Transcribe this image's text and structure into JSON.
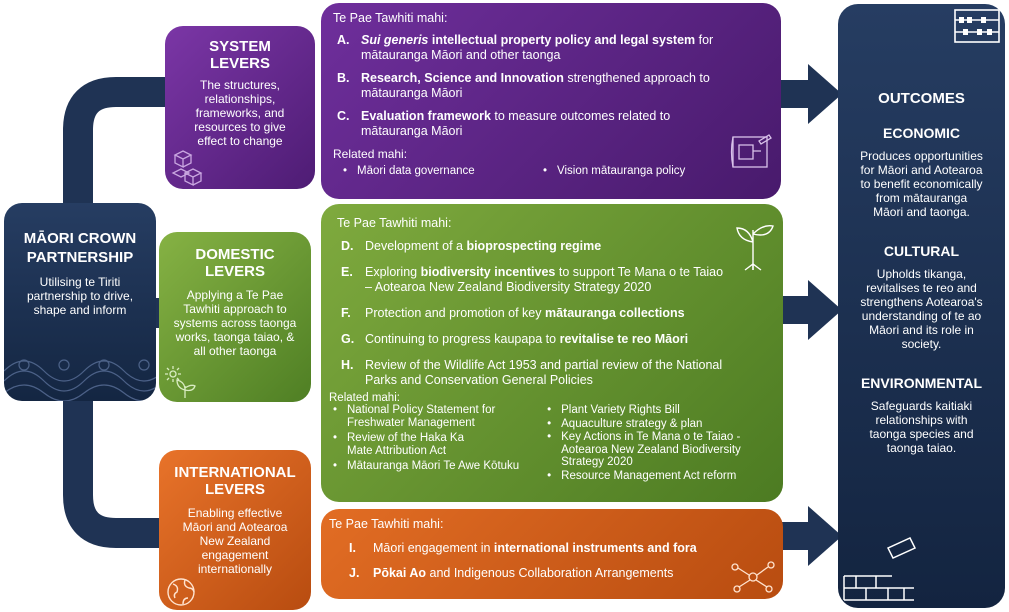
{
  "partnership": {
    "title": "MĀORI CROWN PARTNERSHIP",
    "desc": "Utilising te Tiriti partnership to drive, shape and inform"
  },
  "levers": {
    "system": {
      "title": "SYSTEM LEVERS",
      "desc": "The structures, relationships, frameworks, and resources to give effect to change",
      "color": "#6a2c91"
    },
    "domestic": {
      "title": "DOMESTIC LEVERS",
      "desc": "Applying a Te Pae Tawhiti approach to systems across taonga works, taonga taiao, & all other taonga",
      "color": "#6f9e36"
    },
    "international": {
      "title": "INTERNATIONAL LEVERS",
      "desc": "Enabling effective Māori and Aotearoa New Zealand engagement internationally",
      "color": "#d8611a"
    }
  },
  "system_panel": {
    "header": "Te Pae Tawhiti mahi:",
    "items": [
      {
        "letter": "A.",
        "bold_italic": "Sui generis",
        "bold": " intellectual property policy and legal system",
        "rest": " for mātauranga Māori and other taonga"
      },
      {
        "letter": "B.",
        "bold": "Research, Science and Innovation",
        "rest": " strengthened approach to mātauranga Māori"
      },
      {
        "letter": "C.",
        "bold": "Evaluation framework",
        "rest": " to measure outcomes related to mātauranga Māori"
      }
    ],
    "related_title": "Related mahi:",
    "related": [
      "Māori data governance",
      "Vision mātauranga policy"
    ]
  },
  "domestic_panel": {
    "header": "Te Pae Tawhiti mahi:",
    "items": [
      {
        "letter": "D.",
        "pre": "Development of a ",
        "bold": "bioprospecting regime",
        "rest": ""
      },
      {
        "letter": "E.",
        "pre": "Exploring ",
        "bold": "biodiversity incentives",
        "rest": " to support Te Mana o te Taiao – Aotearoa New Zealand Biodiversity Strategy 2020"
      },
      {
        "letter": "F.",
        "pre": "Protection and promotion of key ",
        "bold": "mātauranga collections",
        "rest": ""
      },
      {
        "letter": "G.",
        "pre": "Continuing to progress kaupapa to ",
        "bold": "revitalise te reo Māori",
        "rest": ""
      },
      {
        "letter": "H.",
        "pre": "Review of the Wildlife Act 1953 and partial review of the National Parks and Conservation General Policies",
        "bold": "",
        "rest": ""
      }
    ],
    "related_title": "Related mahi:",
    "related_left": [
      "National Policy Statement for Freshwater Management",
      "Review of the Haka Ka Mate Attribution Act",
      "Mātauranga Māori Te Awe Kōtuku"
    ],
    "related_right": [
      "Plant Variety Rights Bill",
      "Aquaculture strategy & plan",
      "Key Actions in Te Mana o te Taiao - Aotearoa New Zealand Biodiversity Strategy 2020",
      "Resource Management Act reform"
    ]
  },
  "international_panel": {
    "header": "Te Pae Tawhiti mahi:",
    "items": [
      {
        "letter": "I.",
        "pre": "Māori engagement in ",
        "bold": "international instruments and fora",
        "rest": ""
      },
      {
        "letter": "J.",
        "pre": "",
        "bold": "Pōkai Ao",
        "rest": " and Indigenous Collaboration Arrangements"
      }
    ]
  },
  "outcomes": {
    "title": "OUTCOMES",
    "sections": [
      {
        "heading": "ECONOMIC",
        "text": "Produces opportunities for Māori and Aotearoa to benefit economically from mātauranga Māori and taonga."
      },
      {
        "heading": "CULTURAL",
        "text": "Upholds tikanga, revitalises te reo and strengthens Aotearoa's understanding of te ao Māori and its role in society."
      },
      {
        "heading": "ENVIRONMENTAL",
        "text": "Safeguards kaitiaki relationships with taonga species and taonga taiao."
      }
    ]
  },
  "icons": [
    "cubes-icon",
    "blueprint-icon",
    "plant-icon",
    "sprout-icon",
    "globe-icon",
    "network-icon",
    "abacus-icon",
    "bricks-icon",
    "koru-pattern"
  ],
  "colors": {
    "navy": "#1c2f4f",
    "purple": "#6a2c91",
    "green": "#6f9e36",
    "orange": "#d8611a",
    "purple_panel": "#5b2184",
    "green_panel": "#6a9a34",
    "orange_panel": "#d35e1a"
  }
}
